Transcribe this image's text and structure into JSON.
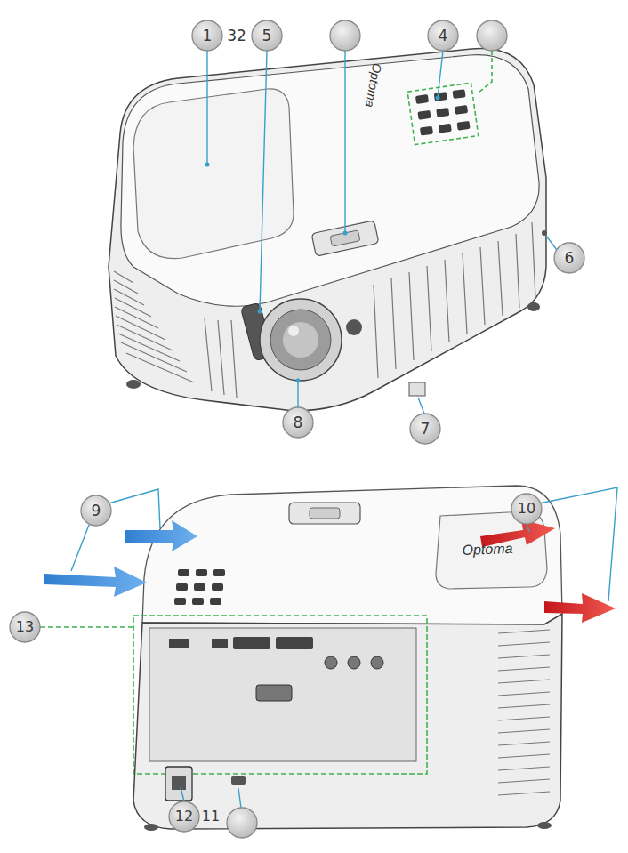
{
  "diagram": {
    "labels": [
      "1",
      "32",
      "5",
      "4",
      "Optoma",
      "6",
      "8",
      "7",
      "9",
      "10",
      "Optoma",
      "13",
      "12",
      "11"
    ]
  }
}
